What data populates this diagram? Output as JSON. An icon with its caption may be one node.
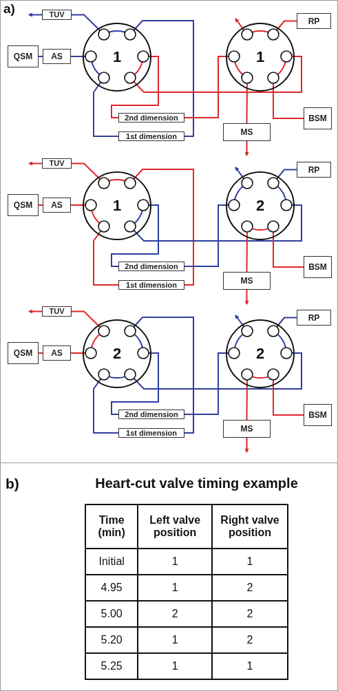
{
  "diagram": {
    "title": "Heart-cut valve timing example",
    "nodes": [
      {
        "text": [
          "TUV"
        ]
      },
      {
        "text": [
          "QSM"
        ]
      },
      {
        "text": [
          "AS"
        ]
      },
      {
        "text": [
          "1"
        ]
      },
      {
        "text": [
          "1"
        ]
      },
      {
        "text": [
          "RP"
        ]
      },
      {
        "text": [
          "2nd dimension"
        ]
      },
      {
        "text": [
          "1st dimension"
        ]
      },
      {
        "text": [
          "MS"
        ]
      },
      {
        "text": [
          "BSM"
        ]
      },
      {
        "text": [
          "TUV"
        ]
      },
      {
        "text": [
          "QSM"
        ]
      },
      {
        "text": [
          "AS"
        ]
      },
      {
        "text": [
          "1"
        ]
      },
      {
        "text": [
          "2"
        ]
      },
      {
        "text": [
          "RP"
        ]
      },
      {
        "text": [
          "2nd dimension"
        ]
      },
      {
        "text": [
          "1st dimension"
        ]
      },
      {
        "text": [
          "MS"
        ]
      },
      {
        "text": [
          "BSM"
        ]
      },
      {
        "text": [
          "TUV"
        ]
      },
      {
        "text": [
          "QSM"
        ]
      },
      {
        "text": [
          "AS"
        ]
      },
      {
        "text": [
          "2"
        ]
      },
      {
        "text": [
          "2"
        ]
      },
      {
        "text": [
          "RP"
        ]
      },
      {
        "text": [
          "2nd dimension"
        ]
      },
      {
        "text": [
          "1st dimension"
        ]
      },
      {
        "text": [
          "MS"
        ]
      },
      {
        "text": [
          "BSM"
        ]
      }
    ],
    "edges": [
      {
        "from": 0,
        "to": null,
        "arrow": "to",
        "color": "#2f3e9e"
      },
      {
        "from": 3,
        "to": 0,
        "arrow": "none",
        "color": "#2f3e9e"
      },
      {
        "from": 1,
        "to": 2,
        "arrow": "none",
        "color": "#2f3e9e"
      },
      {
        "from": 2,
        "to": 3,
        "arrow": "none",
        "color": "#2f3e9e"
      },
      {
        "from": 3,
        "to": 7,
        "arrow": "none",
        "color": "#2f3e9e"
      },
      {
        "from": 3,
        "to": 7,
        "arrow": "none",
        "color": "#2f3e9e"
      },
      {
        "from": 3,
        "to": 6,
        "arrow": "none"
      },
      {
        "from": 3,
        "to": 4,
        "arrow": "none"
      },
      {
        "from": 6,
        "to": 4,
        "arrow": "none"
      },
      {
        "from": 5,
        "to": 4,
        "arrow": "none"
      },
      {
        "from": 4,
        "to": null,
        "arrow": "to"
      },
      {
        "from": 4,
        "to": 8,
        "arrow": "none"
      },
      {
        "from": 8,
        "to": null,
        "arrow": "to"
      },
      {
        "from": 4,
        "to": 9,
        "arrow": "none"
      },
      {
        "from": 10,
        "to": null,
        "arrow": "to"
      },
      {
        "from": 13,
        "to": 10,
        "arrow": "none"
      },
      {
        "from": 11,
        "to": 12,
        "arrow": "none"
      },
      {
        "from": 12,
        "to": 13,
        "arrow": "none"
      },
      {
        "from": 13,
        "to": 17,
        "arrow": "none"
      },
      {
        "from": 13,
        "to": 17,
        "arrow": "none"
      },
      {
        "from": 13,
        "to": 16,
        "arrow": "none",
        "color": "#2f3e9e"
      },
      {
        "from": 13,
        "to": 14,
        "arrow": "none",
        "color": "#2f3e9e"
      },
      {
        "from": 16,
        "to": 14,
        "arrow": "none",
        "color": "#2f3e9e"
      },
      {
        "from": 15,
        "to": 14,
        "arrow": "none",
        "color": "#2f3e9e"
      },
      {
        "from": 14,
        "to": null,
        "arrow": "to",
        "color": "#2f3e9e"
      },
      {
        "from": 14,
        "to": 18,
        "arrow": "none"
      },
      {
        "from": 18,
        "to": null,
        "arrow": "to"
      },
      {
        "from": 14,
        "to": 19,
        "arrow": "none"
      },
      {
        "from": 20,
        "to": null,
        "arrow": "to"
      },
      {
        "from": 23,
        "to": 20,
        "arrow": "none"
      },
      {
        "from": 21,
        "to": 22,
        "arrow": "none"
      },
      {
        "from": 22,
        "to": 23,
        "arrow": "none"
      },
      {
        "from": 23,
        "to": 27,
        "arrow": "none",
        "color": "#2f3e9e"
      },
      {
        "from": 23,
        "to": 27,
        "arrow": "none",
        "color": "#2f3e9e"
      },
      {
        "from": 23,
        "to": 26,
        "arrow": "none",
        "color": "#2f3e9e"
      },
      {
        "from": 23,
        "to": 24,
        "arrow": "none",
        "color": "#2f3e9e"
      },
      {
        "from": 26,
        "to": 24,
        "arrow": "none",
        "color": "#2f3e9e"
      },
      {
        "from": 25,
        "to": 24,
        "arrow": "none",
        "color": "#2f3e9e"
      },
      {
        "from": 24,
        "to": null,
        "arrow": "to",
        "color": "#2f3e9e"
      },
      {
        "from": 24,
        "to": 28,
        "arrow": "none"
      },
      {
        "from": 28,
        "to": null,
        "arrow": "to"
      },
      {
        "from": 24,
        "to": 29,
        "arrow": "none"
      }
    ],
    "labels": [
      "a)",
      "b)",
      "Time (min)",
      "Left valve position",
      "Right valve position",
      "Initial",
      "1",
      "1",
      "4.95",
      "1",
      "2",
      "5.00",
      "2",
      "2",
      "5.20",
      "1",
      "2",
      "5.25",
      "1",
      "1"
    ]
  }
}
